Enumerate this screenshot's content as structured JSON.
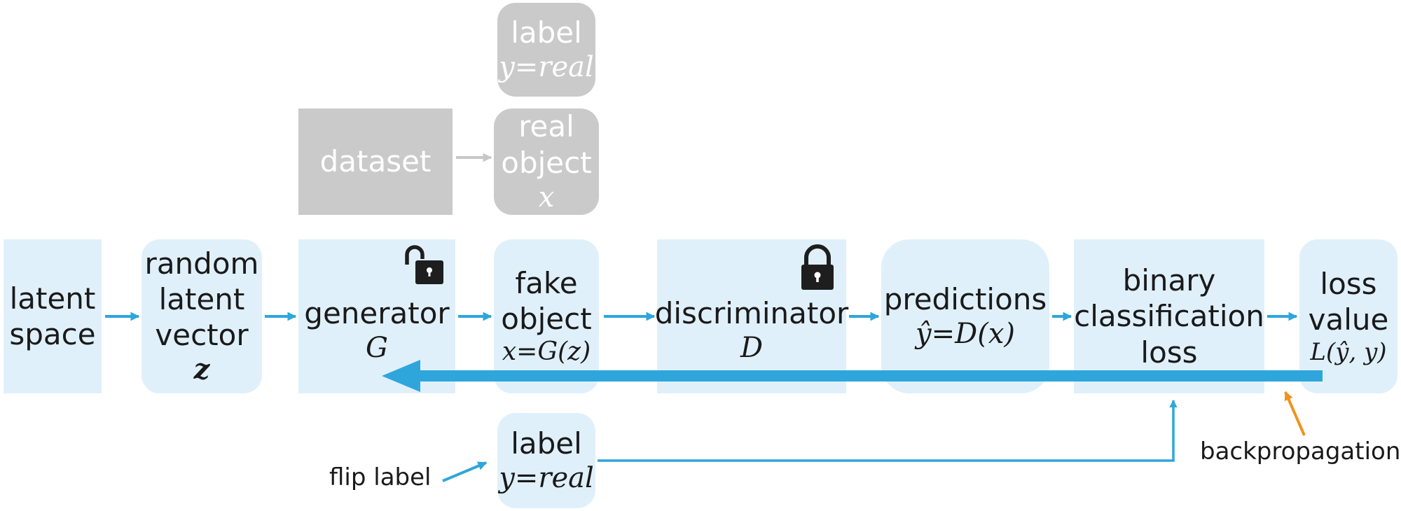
{
  "nodes": {
    "latent_space": {
      "line1": "latent",
      "line2": "space"
    },
    "random_latent_vector": {
      "line1": "random",
      "line2": "latent",
      "line3": "vector",
      "symbol": "z"
    },
    "generator": {
      "label": "generator",
      "symbol": "G",
      "lock_state": "unlocked"
    },
    "fake_object": {
      "line1": "fake",
      "line2": "object",
      "formula": "x=G(z)"
    },
    "discriminator": {
      "label": "discriminator",
      "symbol": "D",
      "lock_state": "locked"
    },
    "predictions": {
      "label": "predictions",
      "formula_hat": "ŷ",
      "formula_rest": "=D(x)"
    },
    "binary_classification_loss": {
      "line1": "binary",
      "line2": "classification",
      "line3": "loss"
    },
    "loss_value": {
      "line1": "loss",
      "line2": "value",
      "formula": "L(ŷ, y)"
    },
    "dataset": {
      "label": "dataset"
    },
    "real_object": {
      "line1": "real",
      "line2": "object",
      "symbol": "x"
    },
    "label_top": {
      "label": "label",
      "formula": "y=real"
    },
    "label_bottom": {
      "label": "label",
      "formula": "y=real"
    }
  },
  "annotations": {
    "flip_label": "flip label",
    "backpropagation": "backpropagation"
  },
  "colors": {
    "box_blue": "#e0f0fa",
    "box_gray": "#cacaca",
    "arrow_blue": "#2ea6dc",
    "arrow_gray": "#c8c8c8",
    "arrow_orange": "#f0921e",
    "lock_dark": "#1e1e1e"
  },
  "icons": {
    "generator_lock": "open-padlock-icon",
    "discriminator_lock": "padlock-icon"
  }
}
